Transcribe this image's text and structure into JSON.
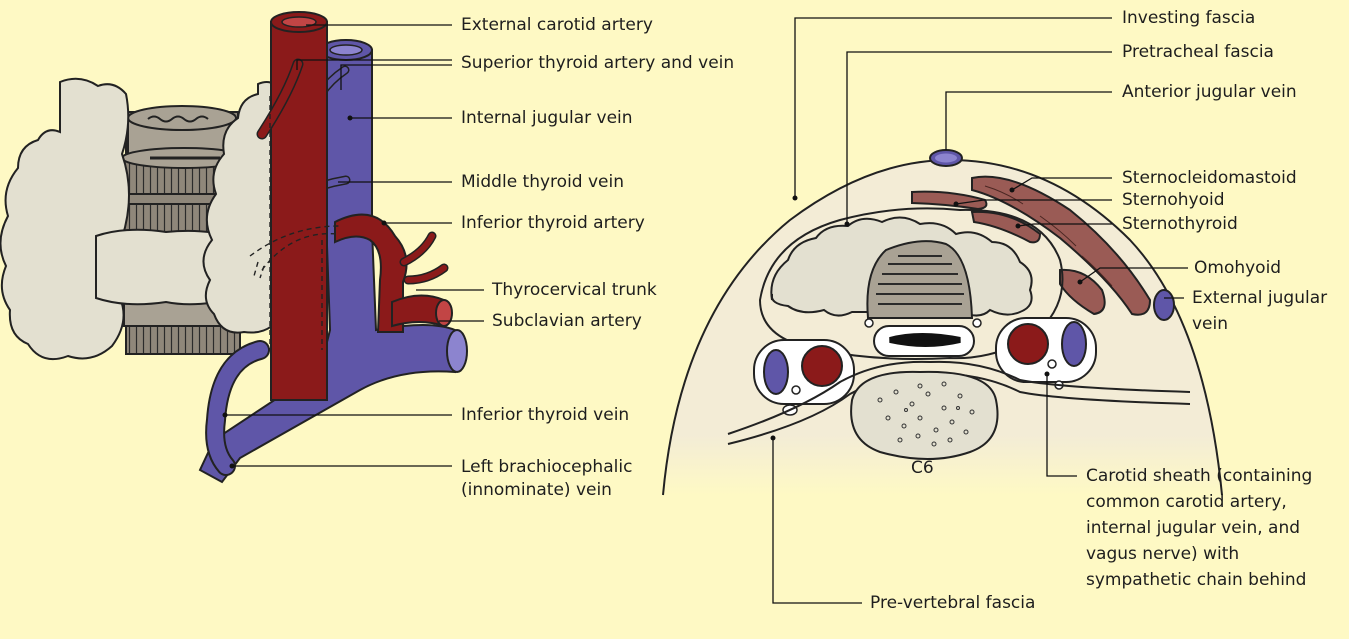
{
  "left_panel": {
    "labels": {
      "external_carotid": "External carotid artery",
      "superior_thyroid": "Superior thyroid artery and vein",
      "internal_jugular": "Internal jugular vein",
      "middle_thyroid": "Middle thyroid vein",
      "inferior_thyroid_artery": "Inferior thyroid artery",
      "thyrocervical": "Thyrocervical trunk",
      "subclavian": "Subclavian artery",
      "inferior_thyroid_vein": "Inferior thyroid vein",
      "brachiocephalic_1": "Left brachiocephalic",
      "brachiocephalic_2": "(innominate) vein"
    }
  },
  "right_panel": {
    "labels": {
      "investing": "Investing fascia",
      "pretracheal": "Pretracheal fascia",
      "anterior_jugular": "Anterior jugular vein",
      "scm": "Sternocleidomastoid",
      "sternohyoid": "Sternohyoid",
      "sternothyroid": "Sternothyroid",
      "omohyoid": "Omohyoid",
      "ext_jugular_1": "External jugular",
      "ext_jugular_2": "vein",
      "c6": "C6",
      "carotid_1": "Carotid sheath (containing",
      "carotid_2": "common carotid artery,",
      "carotid_3": "internal jugular vein, and",
      "carotid_4": "vagus nerve) with",
      "carotid_5": "sympathetic chain behind",
      "prevertebral": "Pre-vertebral fascia"
    }
  },
  "colors": {
    "background": "#FEF9C4",
    "artery": "#8B1A1A",
    "vein": "#5F56A8",
    "gland": "#E3E0D0",
    "muscle": "#9A5B55",
    "neck": "#F2EAD2",
    "trachea": "#8F877A"
  }
}
